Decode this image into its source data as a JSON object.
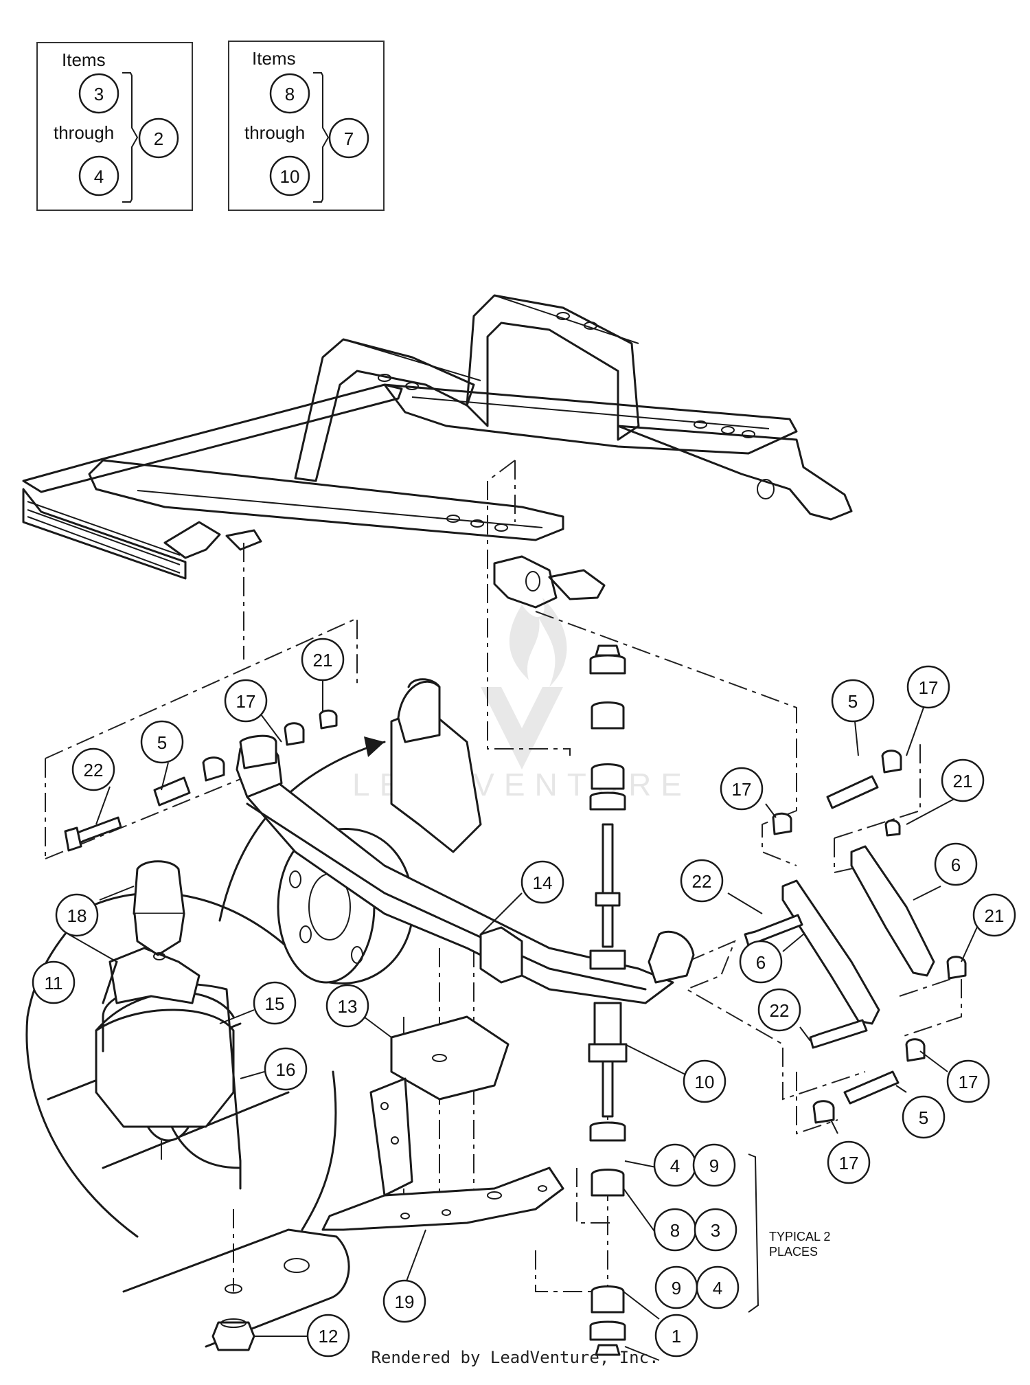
{
  "legend_boxes": [
    {
      "items_label": "Items",
      "from": "3",
      "through_label": "through",
      "to": "4",
      "group": "2"
    },
    {
      "items_label": "Items",
      "from": "8",
      "through_label": "through",
      "to": "10",
      "group": "7"
    }
  ],
  "callouts": [
    {
      "id": "c21a",
      "label": "21"
    },
    {
      "id": "c17a",
      "label": "17"
    },
    {
      "id": "c5a",
      "label": "5"
    },
    {
      "id": "c22a",
      "label": "22"
    },
    {
      "id": "c18",
      "label": "18"
    },
    {
      "id": "c11",
      "label": "11"
    },
    {
      "id": "c15",
      "label": "15"
    },
    {
      "id": "c16",
      "label": "16"
    },
    {
      "id": "c13",
      "label": "13"
    },
    {
      "id": "c14",
      "label": "14"
    },
    {
      "id": "c5b",
      "label": "5"
    },
    {
      "id": "c17b",
      "label": "17"
    },
    {
      "id": "c17c",
      "label": "17"
    },
    {
      "id": "c21b",
      "label": "21"
    },
    {
      "id": "c22b",
      "label": "22"
    },
    {
      "id": "c6a",
      "label": "6"
    },
    {
      "id": "c6b",
      "label": "6"
    },
    {
      "id": "c21c",
      "label": "21"
    },
    {
      "id": "c22c",
      "label": "22"
    },
    {
      "id": "c10",
      "label": "10"
    },
    {
      "id": "c17d",
      "label": "17"
    },
    {
      "id": "c5c",
      "label": "5"
    },
    {
      "id": "c17e",
      "label": "17"
    },
    {
      "id": "c4a",
      "label": "4"
    },
    {
      "id": "c9a",
      "label": "9"
    },
    {
      "id": "c8",
      "label": "8"
    },
    {
      "id": "c3",
      "label": "3"
    },
    {
      "id": "c9b",
      "label": "9"
    },
    {
      "id": "c4b",
      "label": "4"
    },
    {
      "id": "c1",
      "label": "1"
    },
    {
      "id": "c19",
      "label": "19"
    },
    {
      "id": "c12",
      "label": "12"
    }
  ],
  "note_line1": "TYPICAL 2",
  "note_line2": "PLACES",
  "watermark": "LEADVENTURE",
  "footer": "Rendered by LeadVenture, Inc."
}
